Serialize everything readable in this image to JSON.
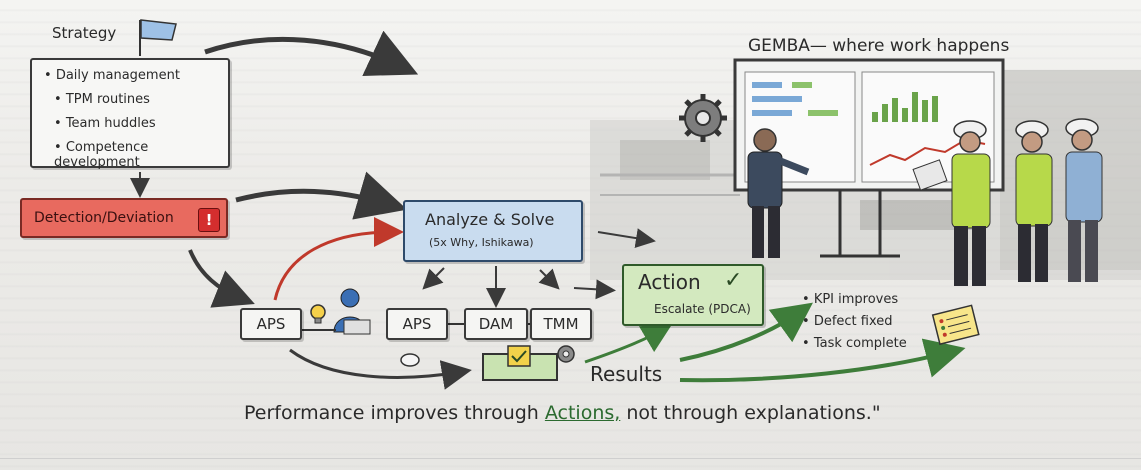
{
  "strategy": {
    "label": "Strategy",
    "items": [
      "Daily management",
      "TPM routines",
      "Team huddles",
      "Competence development"
    ]
  },
  "detection": {
    "label": "Detection/Deviation",
    "alert": "!"
  },
  "analyze": {
    "title": "Analyze & Solve",
    "subtitle": "(5x Why, Ishikawa)"
  },
  "modules": [
    "APS",
    "APS",
    "DAM",
    "TMM"
  ],
  "action": {
    "title": "Action",
    "check": "✓",
    "subtitle": "Escalate (PDCA)"
  },
  "results": {
    "label": "Results"
  },
  "outcomes": [
    "KPI improves",
    "Defect fixed",
    "Task complete"
  ],
  "gemba": {
    "title": "GEMBA— where work happens"
  },
  "quote": {
    "before": "Performance improves through ",
    "highlight": "Actions,",
    "after": " not through explanations.\""
  },
  "colors": {
    "deviation": "#e86a5f",
    "analyze": "#c9dcef",
    "action": "#d3e9bf",
    "arrow_green": "#3e7d3a",
    "arrow_red": "#c0392b",
    "vest": "#b7d94a"
  },
  "icons": [
    "flag-icon",
    "alert-icon",
    "gear-icon",
    "lightbulb-icon",
    "person-laptop-icon",
    "checklist-icon",
    "mouse-icon",
    "notepad-icon",
    "checkmark-icon"
  ]
}
